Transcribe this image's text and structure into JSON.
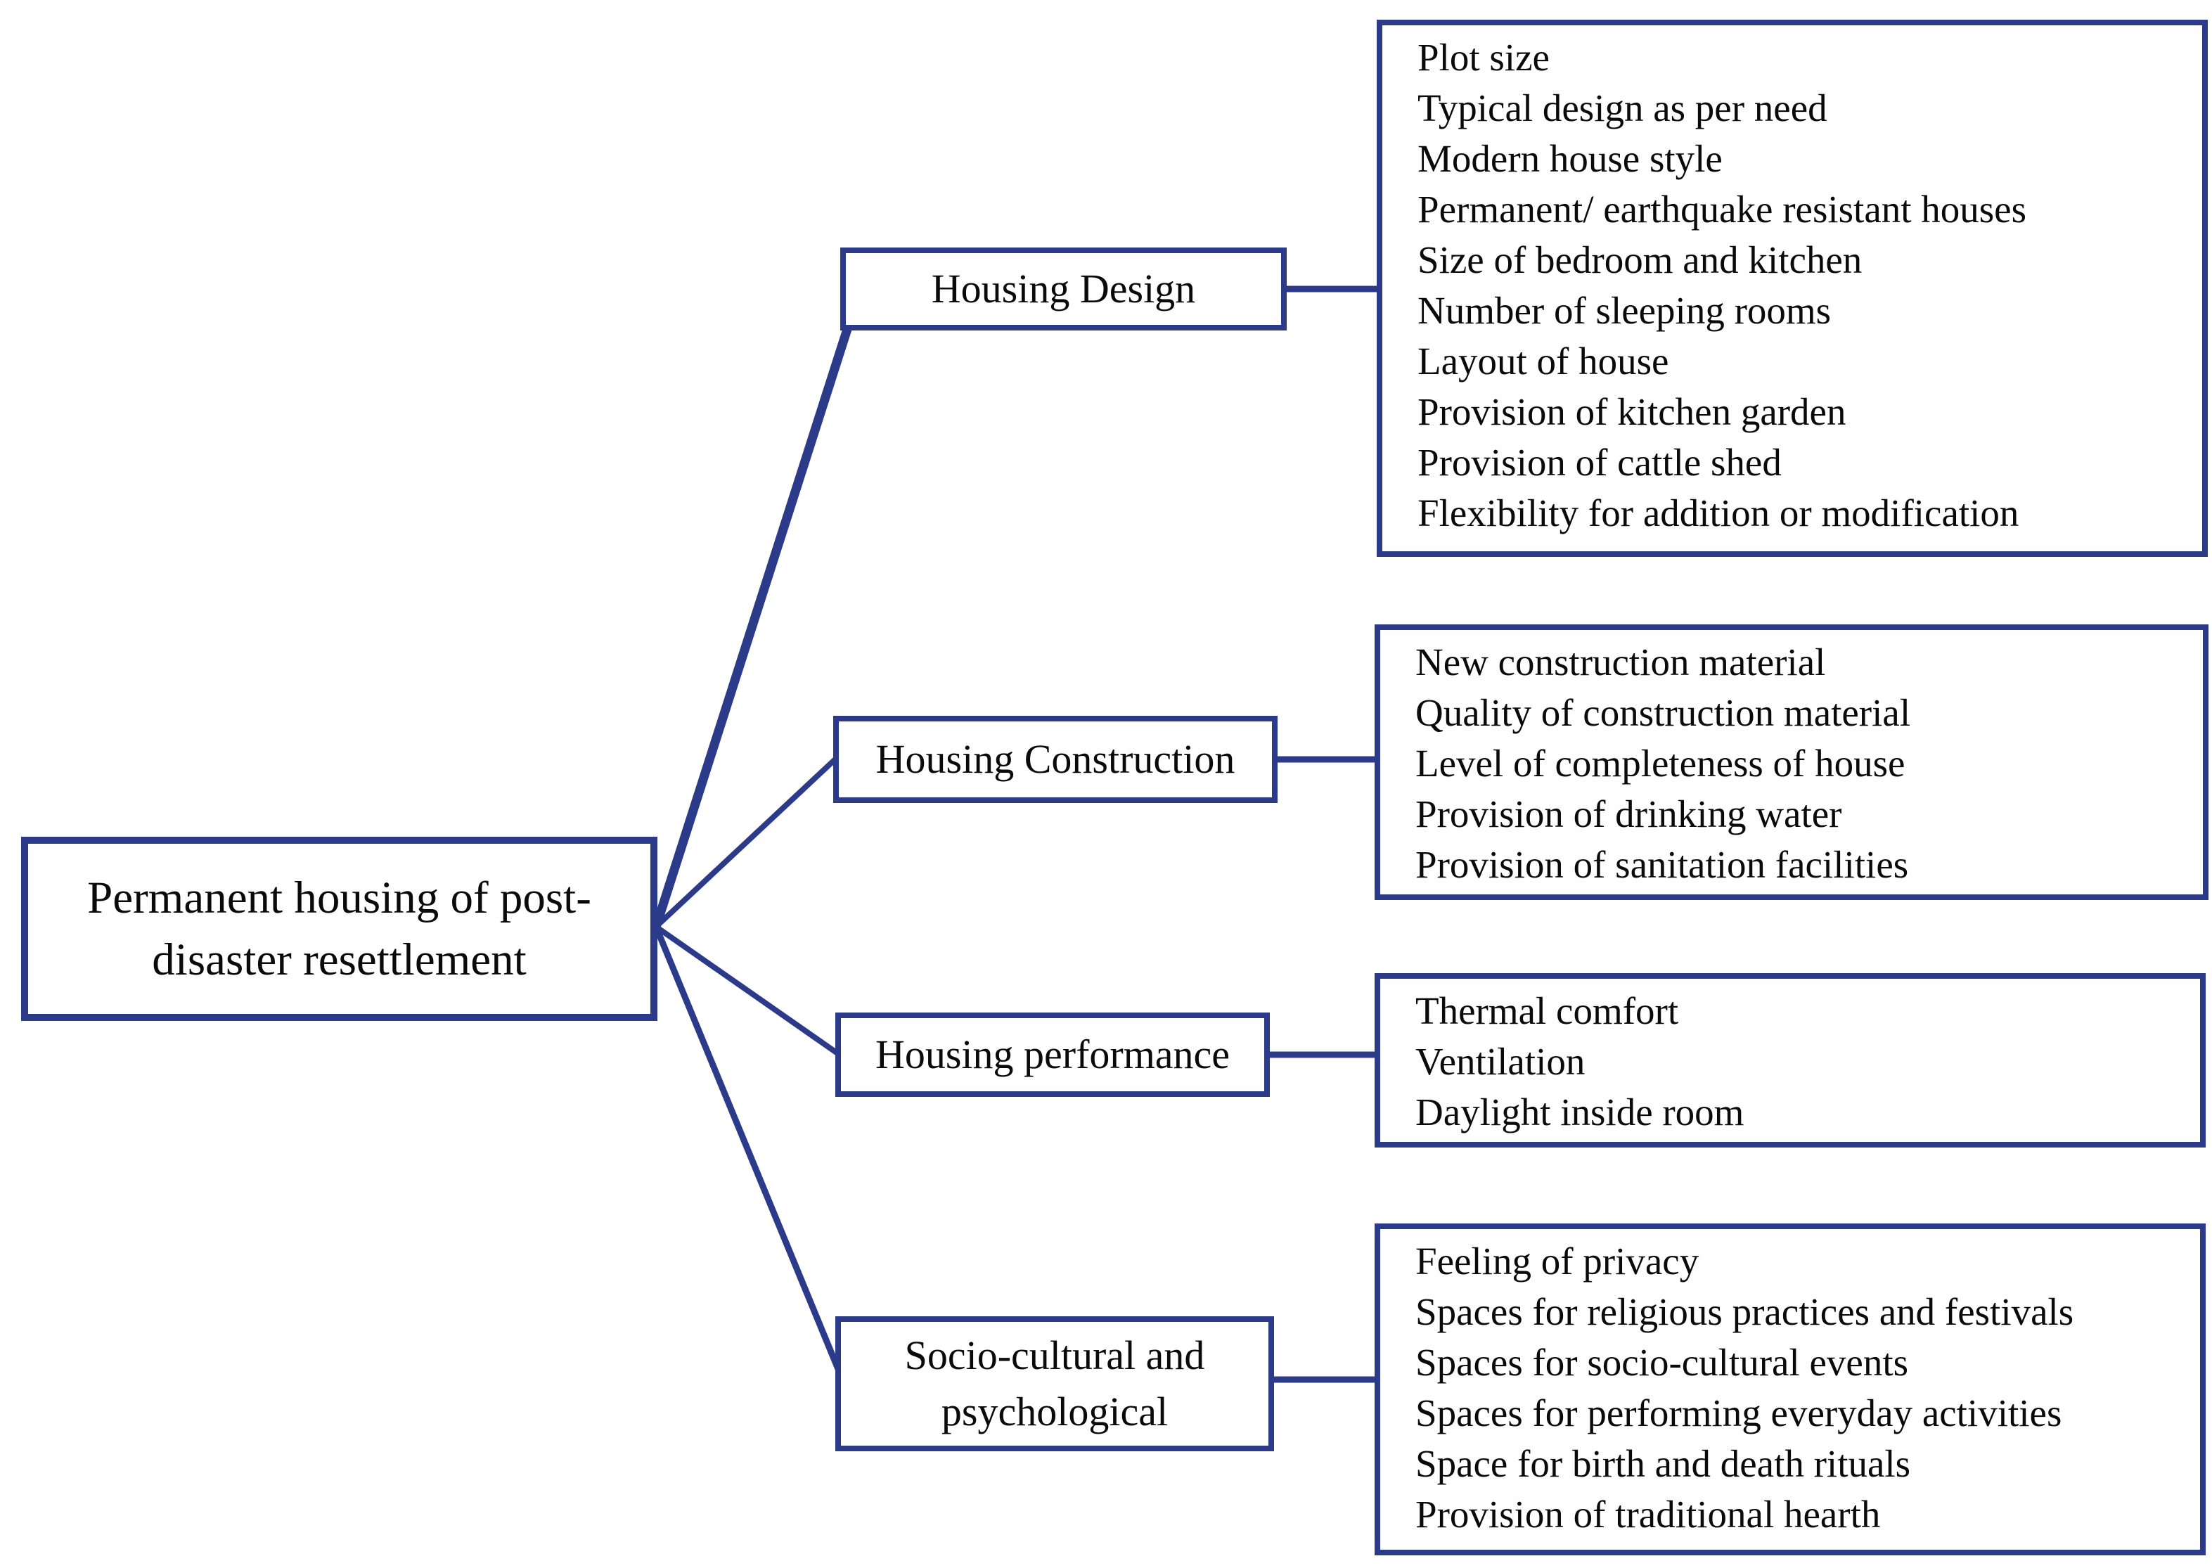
{
  "colors": {
    "line": "#2c3a8a",
    "text": "#0a0a0a",
    "box_fill": "#fefeff",
    "background": "#ffffff"
  },
  "root": {
    "label": "Permanent housing of post-disaster resettlement"
  },
  "branches": [
    {
      "label": "Housing Design",
      "items": [
        "Plot size",
        "Typical design as per need",
        "Modern house style",
        "Permanent/ earthquake resistant houses",
        "Size of bedroom and kitchen",
        "Number of sleeping rooms",
        "Layout of house",
        "Provision of kitchen garden",
        "Provision of cattle shed",
        "Flexibility for addition or modification"
      ]
    },
    {
      "label": "Housing Construction",
      "items": [
        "New construction material",
        "Quality of construction material",
        "Level of completeness of house",
        "Provision of drinking water",
        "Provision of sanitation facilities"
      ]
    },
    {
      "label": "Housing performance",
      "items": [
        "Thermal comfort",
        "Ventilation",
        "Daylight inside room"
      ]
    },
    {
      "label": "Socio-cultural and psychological",
      "items": [
        "Feeling of privacy",
        "Spaces for religious practices and festivals",
        "Spaces for socio-cultural events",
        "Spaces for performing everyday activities",
        "Space for birth and death rituals",
        "Provision of traditional hearth"
      ]
    }
  ]
}
